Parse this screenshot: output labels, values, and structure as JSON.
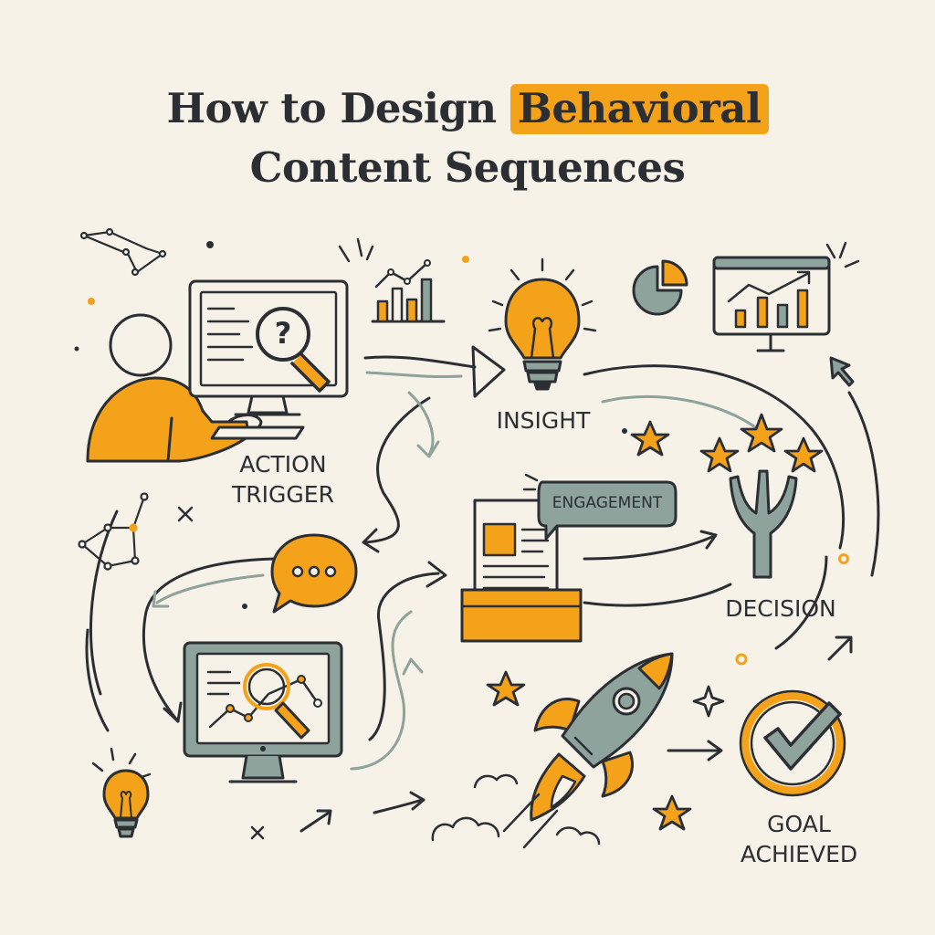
{
  "title": {
    "line1_prefix": "How to Design ",
    "line1_highlight": "Behavioral",
    "line2": "Content Sequences"
  },
  "steps": {
    "action_trigger": {
      "line1": "ACTION",
      "line2": "TRIGGER"
    },
    "insight": "INSIGHT",
    "engagement": "ENGAGEMENT",
    "decision": "DECISION",
    "goal_achieved": {
      "line1": "GOAL",
      "line2": "ACHIEVED"
    }
  },
  "icons": {
    "question_mark": "?"
  },
  "colors": {
    "background": "#f6f2e8",
    "accent_orange": "#f5a21b",
    "slate": "#8ea39b",
    "ink": "#2b2f33"
  }
}
